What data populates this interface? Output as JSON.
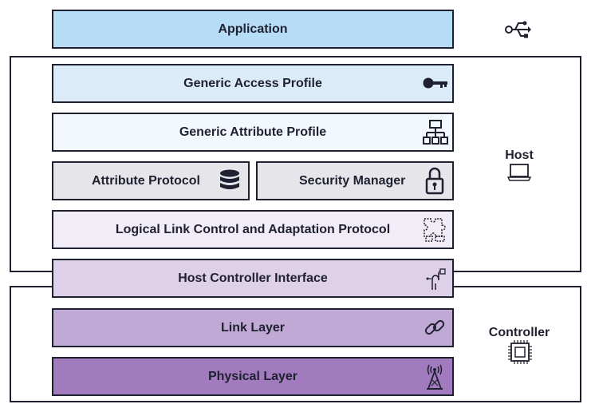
{
  "regions": {
    "host_label": "Host",
    "controller_label": "Controller"
  },
  "layers": {
    "application": "Application",
    "gap": "Generic Access Profile",
    "gatt": "Generic Attribute Profile",
    "att": "Attribute Protocol",
    "sm": "Security Manager",
    "l2cap": "Logical Link Control and Adaptation Protocol",
    "hci": "Host Controller Interface",
    "ll": "Link Layer",
    "phy": "Physical Layer"
  },
  "colors": {
    "application": "#b7dcf5",
    "gap": "#dcebfa",
    "gatt": "#f2f8fd",
    "att": "#e6e6ea",
    "sm": "#e6e6ea",
    "l2cap": "#f1ecf5",
    "hci": "#ddd0e8",
    "ll": "#c0a9d4",
    "phy": "#a17bbd",
    "border": "#1f2130"
  },
  "icons": {
    "application": "usb-icon",
    "gap": "key-icon",
    "gatt": "hierarchy-icon",
    "att": "database-icon",
    "sm": "padlock-icon",
    "l2cap": "puzzle-icon",
    "hci": "cable-icon",
    "ll": "link-icon",
    "phy": "radio-tower-icon",
    "host": "laptop-icon",
    "controller": "chip-icon"
  }
}
